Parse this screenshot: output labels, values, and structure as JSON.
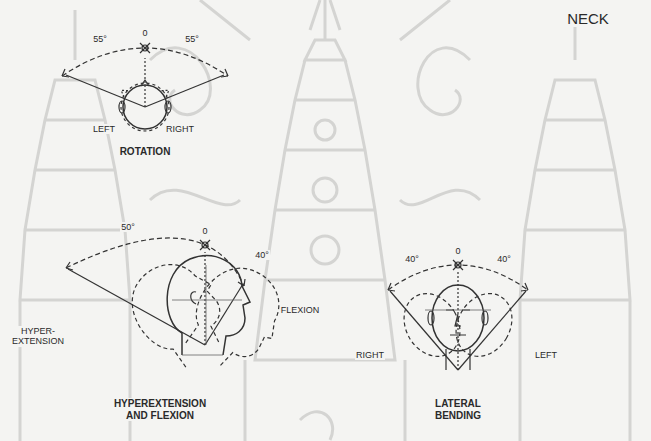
{
  "diagram": {
    "title": "NECK",
    "labels": [
      "0",
      "55°",
      "55°",
      "LEFT",
      "RIGHT",
      "ROTATION",
      "0",
      "50°",
      "40°",
      "HYPER- EXTENSION",
      "FLEXION",
      "HYPEREXTENSION AND FLEXION",
      "0",
      "40°",
      "40°",
      "RIGHT",
      "LEFT",
      "LATERAL BENDING"
    ]
  }
}
